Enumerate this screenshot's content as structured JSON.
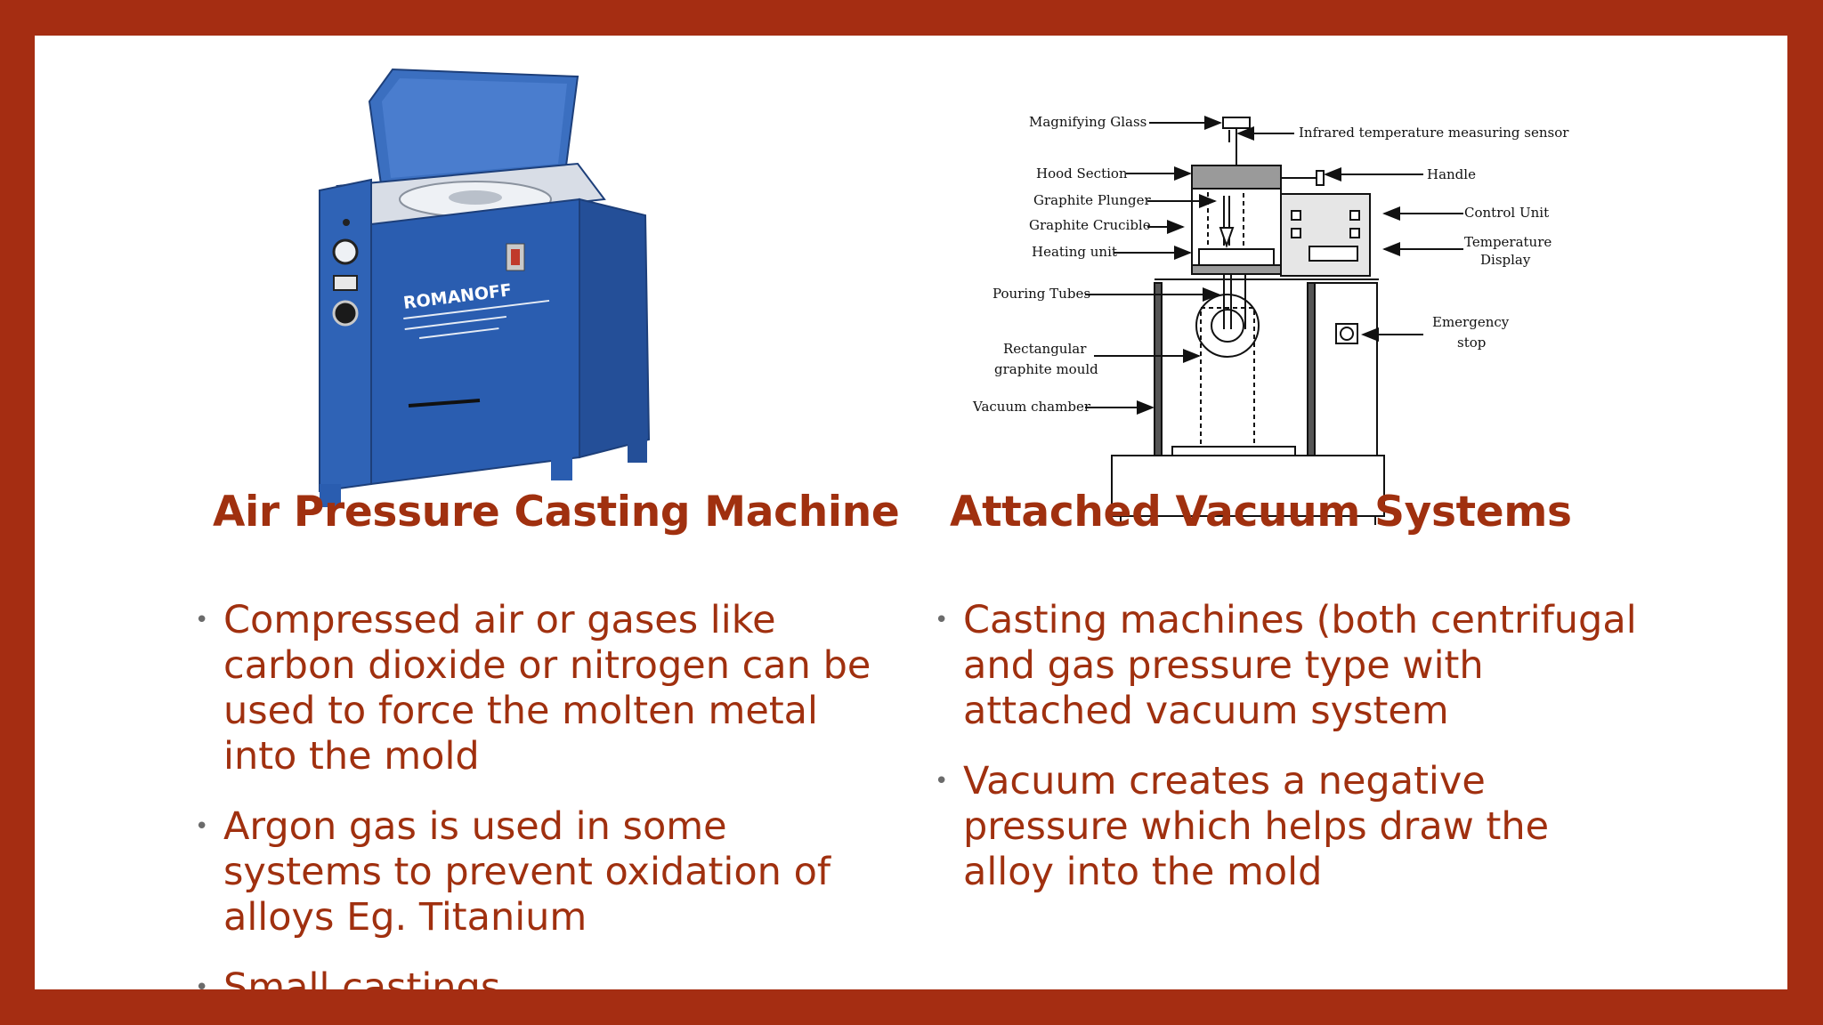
{
  "left": {
    "heading": "Air Pressure Casting Machine",
    "bullets": [
      "Compressed air or gases like carbon dioxide or nitrogen can be used to force the molten metal into the mold",
      "Argon gas is used in some systems to prevent oxidation of alloys Eg. Titanium",
      "Small castings"
    ],
    "photo": {
      "brand": "ROMANOFF"
    }
  },
  "right": {
    "heading": "Attached Vacuum Systems",
    "bullets": [
      "Casting machines (both centrifugal and gas pressure type with attached vacuum system",
      "Vacuum creates a negative pressure which helps draw the alloy into the mold"
    ],
    "diagram_labels": {
      "magnifying_glass": "Magnifying Glass",
      "infrared_sensor": "Infrared temperature measuring sensor",
      "hood_section": "Hood Section",
      "handle": "Handle",
      "graphite_plunger": "Graphite Plunger",
      "graphite_crucible": "Graphite Crucible",
      "control_unit": "Control Unit",
      "heating_unit": "Heating unit",
      "temperature": "Temperature",
      "display": "Display",
      "pouring_tubes": "Pouring Tubes",
      "emergency": "Emergency",
      "stop": "stop",
      "rectangular": "Rectangular",
      "graphite_mould": "graphite mould",
      "vacuum_chamber": "Vacuum chamber"
    }
  },
  "colors": {
    "frame": "#a52d12",
    "text": "#a0300f",
    "machine_blue": "#2a5db0"
  }
}
